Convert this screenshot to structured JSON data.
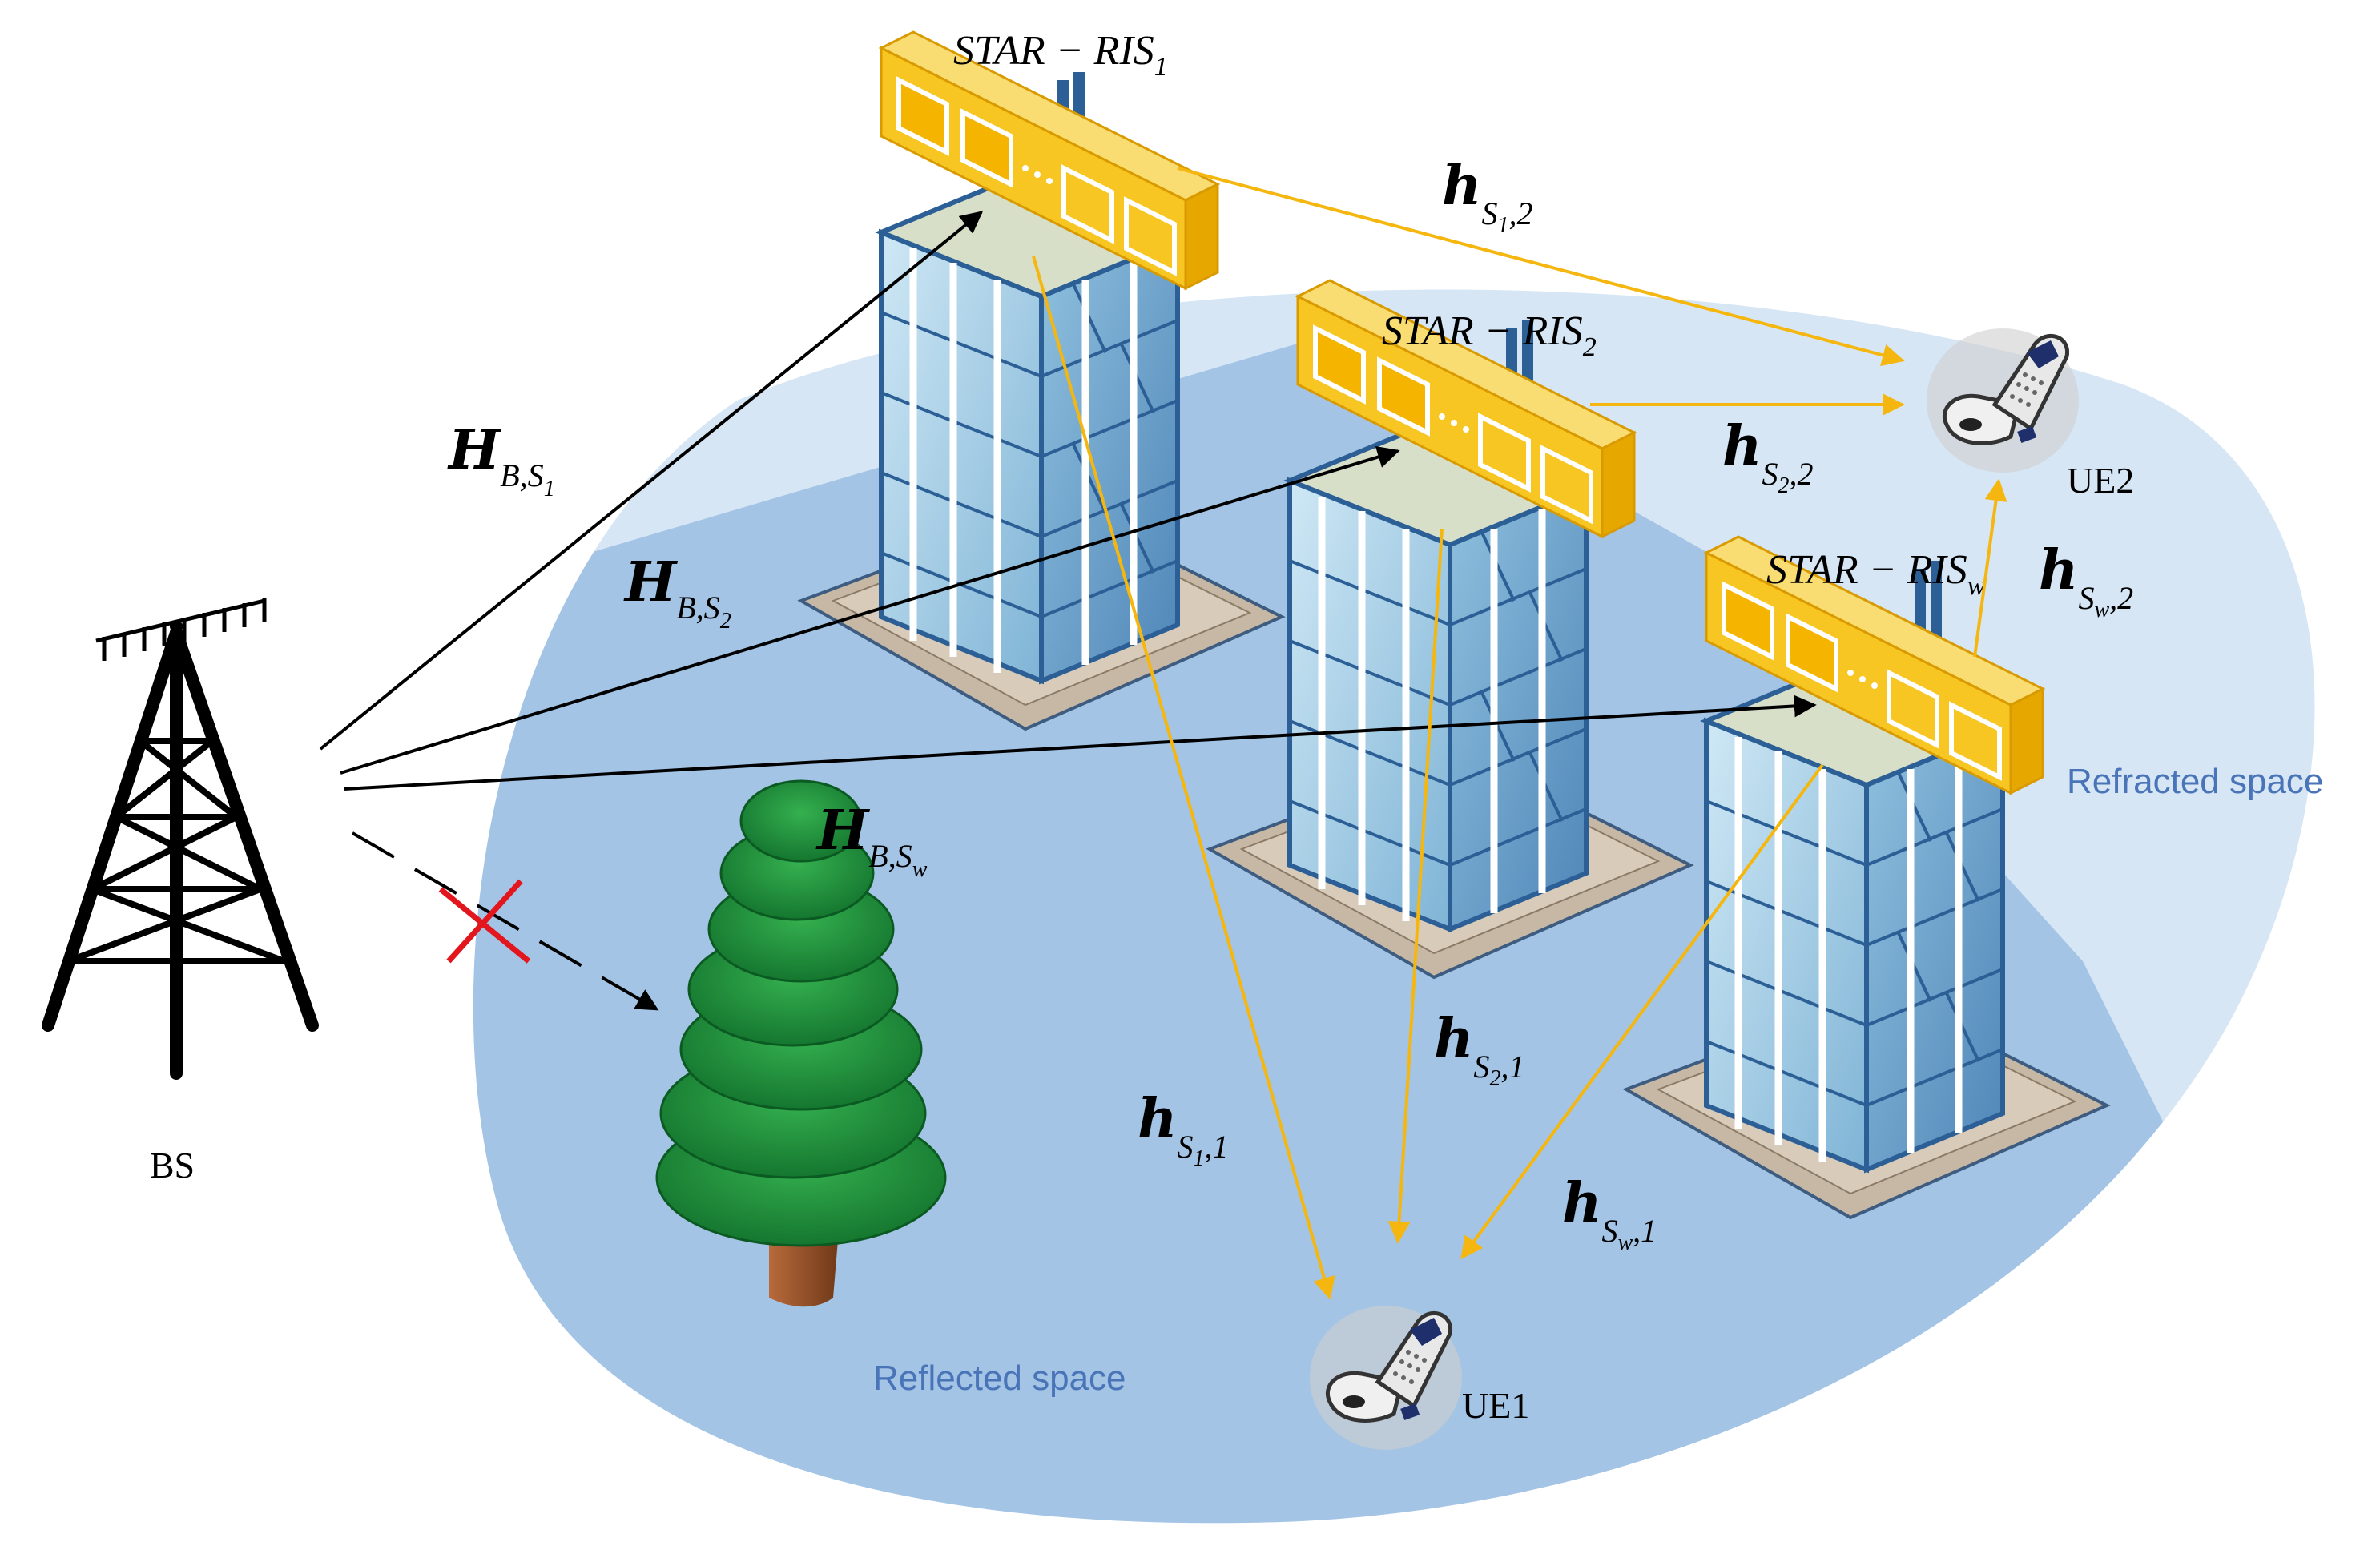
{
  "colors": {
    "reflected_space": "#a3c4e5",
    "refracted_space": "#d6e6f5",
    "space_label": "#4a74b8",
    "yellow_link": "#f5b70f",
    "black_link": "#000000",
    "blocked_mark": "#e3161e",
    "tree_green": "#1e8a3a",
    "trunk_brown": "#8a4a26",
    "ris_yellow": "#f7c623",
    "ris_border": "#d99a00",
    "building_glass": "#a8d2e8",
    "building_frame": "#2c5f96"
  },
  "nodes": {
    "bs": "BS",
    "ue1": "UE1",
    "ue2": "UE2"
  },
  "spaces": {
    "reflected": "Reflected space",
    "refracted": "Refracted space"
  },
  "ris": [
    {
      "label": "STAR − RIS",
      "sub": "1"
    },
    {
      "label": "STAR − RIS",
      "sub": "2"
    },
    {
      "label": "STAR − RIS",
      "sub": "w"
    }
  ],
  "channels": {
    "H_bs1": {
      "main": "H",
      "sub": "B,S",
      "subsub": "1"
    },
    "H_bs2": {
      "main": "H",
      "sub": "B,S",
      "subsub": "2"
    },
    "H_bsw": {
      "main": "H",
      "sub": "B,S",
      "subsub": "w"
    },
    "h_s1_2": {
      "main": "h",
      "sub": "S",
      "subsub": "1",
      "tail": ",2"
    },
    "h_s2_2": {
      "main": "h",
      "sub": "S",
      "subsub": "2",
      "tail": ",2"
    },
    "h_sw_2": {
      "main": "h",
      "sub": "S",
      "subsub": "w",
      "tail": ",2"
    },
    "h_s1_1": {
      "main": "h",
      "sub": "S",
      "subsub": "1",
      "tail": ",1"
    },
    "h_s2_1": {
      "main": "h",
      "sub": "S",
      "subsub": "2",
      "tail": ",1"
    },
    "h_sw_1": {
      "main": "h",
      "sub": "S",
      "subsub": "w",
      "tail": ",1"
    }
  }
}
